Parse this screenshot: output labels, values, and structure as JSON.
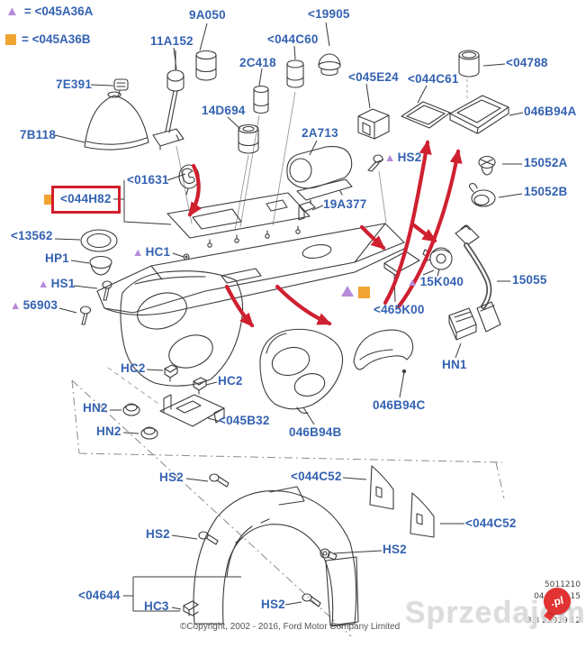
{
  "icons": {
    "triangle": "▲"
  },
  "colors": {
    "label_blue": "#3462b2",
    "marker_purple": "#b58bd9",
    "marker_orange": "#f0a432",
    "highlight_red": "#d21f2a",
    "arrow_red": "#cf2030",
    "watermark_red": "#e23333"
  },
  "legend": {
    "triangle_label": "= <045A36A",
    "square_label": "= <045A36B"
  },
  "labels": [
    {
      "text": "9A050"
    },
    {
      "text": "11A152"
    },
    {
      "text": "<19905"
    },
    {
      "text": "<044C60"
    },
    {
      "text": "2C418"
    },
    {
      "text": "14D694"
    },
    {
      "text": "7E391"
    },
    {
      "text": "7B118"
    },
    {
      "text": "<045E24"
    },
    {
      "text": "<044C61"
    },
    {
      "text": "<04788"
    },
    {
      "text": "046B94A"
    },
    {
      "text": "2A713"
    },
    {
      "text": "HS2"
    },
    {
      "text": "15052A"
    },
    {
      "text": "15052B"
    },
    {
      "text": "<01631"
    },
    {
      "text": "<044H82"
    },
    {
      "text": "19A377"
    },
    {
      "text": "<13562"
    },
    {
      "text": "HP1"
    },
    {
      "text": "HC1"
    },
    {
      "text": "HS1"
    },
    {
      "text": "56903"
    },
    {
      "text": "15K040"
    },
    {
      "text": "<465K00"
    },
    {
      "text": "15055"
    },
    {
      "text": "HN1"
    },
    {
      "text": "HC2"
    },
    {
      "text": "HC2"
    },
    {
      "text": "HN2"
    },
    {
      "text": "HN2"
    },
    {
      "text": "<045B32"
    },
    {
      "text": "046B94B"
    },
    {
      "text": "046B94C"
    },
    {
      "text": "HS2"
    },
    {
      "text": "HS2"
    },
    {
      "text": "<044C52"
    },
    {
      "text": "<044C52"
    },
    {
      "text": "HS2"
    },
    {
      "text": "HS2"
    },
    {
      "text": "<04644"
    },
    {
      "text": "HC3"
    }
  ],
  "footer": {
    "copyright": "©Copyright, 2002 - 2016, Ford Motor Company Limited",
    "doc_number": "5011210",
    "date_code": "04-2016 15",
    "print_code": "3.3 23919 12"
  },
  "watermark": {
    "text": "Sprzedajemy",
    "badge": ".pl"
  }
}
